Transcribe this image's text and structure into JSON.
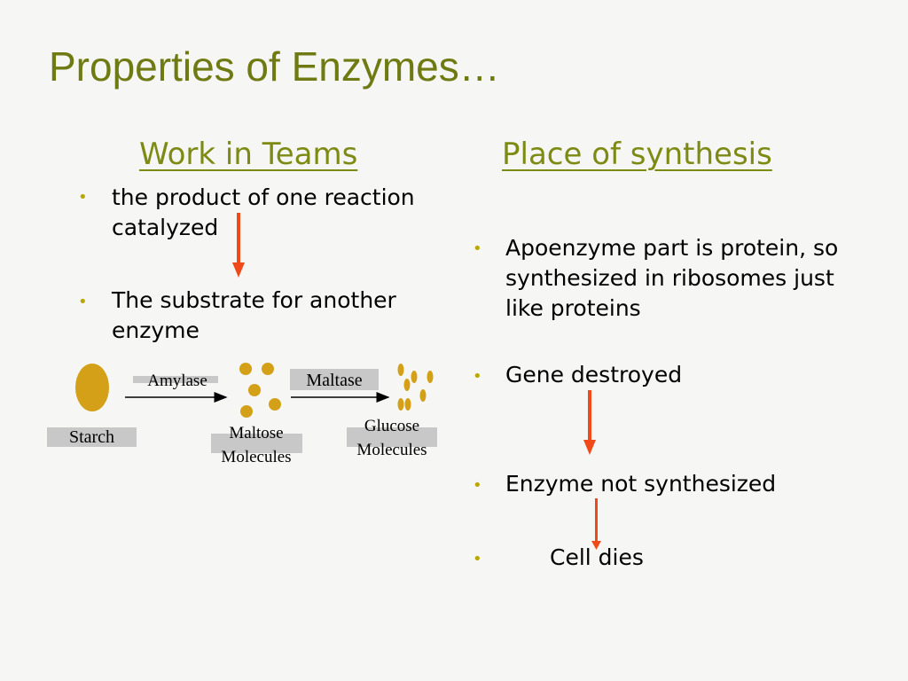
{
  "title": "Properties of Enzymes…",
  "left": {
    "heading": "Work in Teams",
    "bullets": [
      "the product of one reaction catalyzed",
      "The substrate for another enzyme"
    ]
  },
  "right": {
    "heading": "Place of synthesis",
    "bullets": [
      "Apoenzyme part is protein, so synthesized in ribosomes just like proteins",
      "Gene destroyed",
      "Enzyme not synthesized",
      "Cell dies"
    ]
  },
  "diagram": {
    "starch": "Starch",
    "amylase": "Amylase",
    "maltase": "Maltase",
    "maltose_line1": "Maltose",
    "maltose_line2": "Molecules",
    "glucose_line1": "Glucose",
    "glucose_line2": "Molecules"
  },
  "colors": {
    "title": "#6f7a12",
    "heading": "#7d8a14",
    "bullet_dot": "#b8a800",
    "molecule": "#d4a017",
    "arrow_red": "#f04a1a",
    "label_box": "#c8c8c8"
  }
}
